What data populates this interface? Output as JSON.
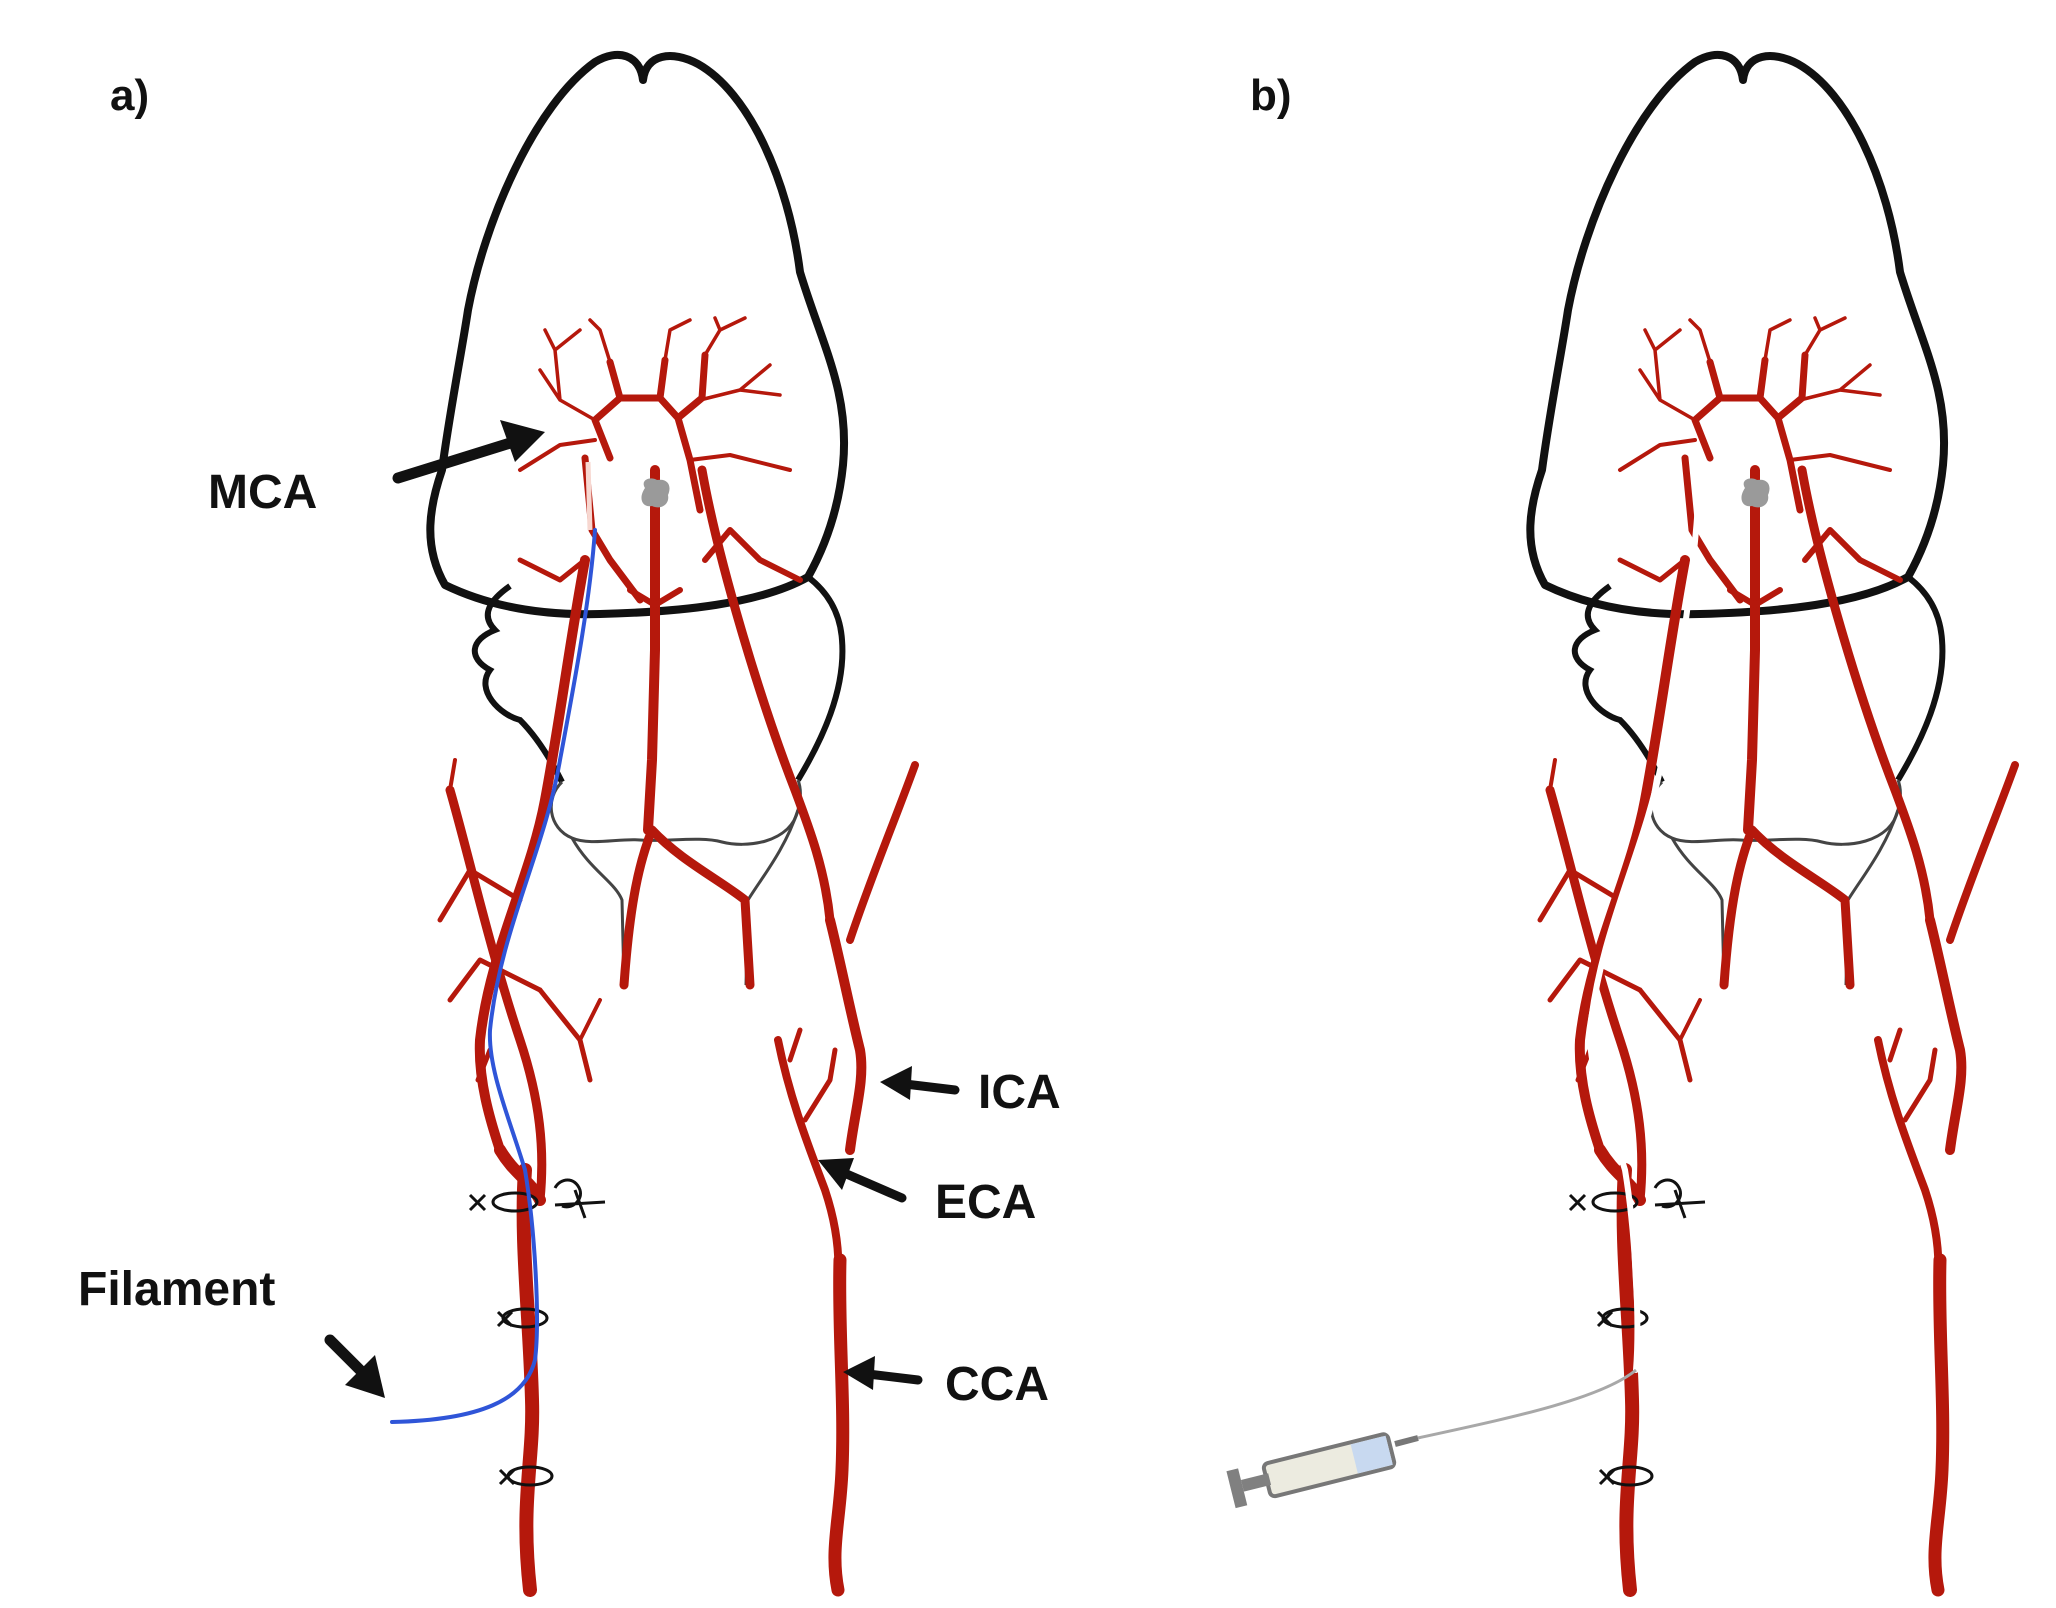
{
  "panels": [
    {
      "label": "a)"
    },
    {
      "label": "b)"
    }
  ],
  "labels": {
    "mca": "MCA",
    "ica": "ICA",
    "eca": "ECA",
    "cca": "CCA",
    "filament": "Filament"
  },
  "colors": {
    "vessel": "#b5180c",
    "outline": "#111111",
    "filament": "#2f55d8",
    "lesion": "#9a9a9a",
    "syringe_barrel": "#ecebe0",
    "syringe_fluid": "#c8d9f0",
    "syringe_plunger": "#808080",
    "catheter": "#f2f2f2"
  }
}
